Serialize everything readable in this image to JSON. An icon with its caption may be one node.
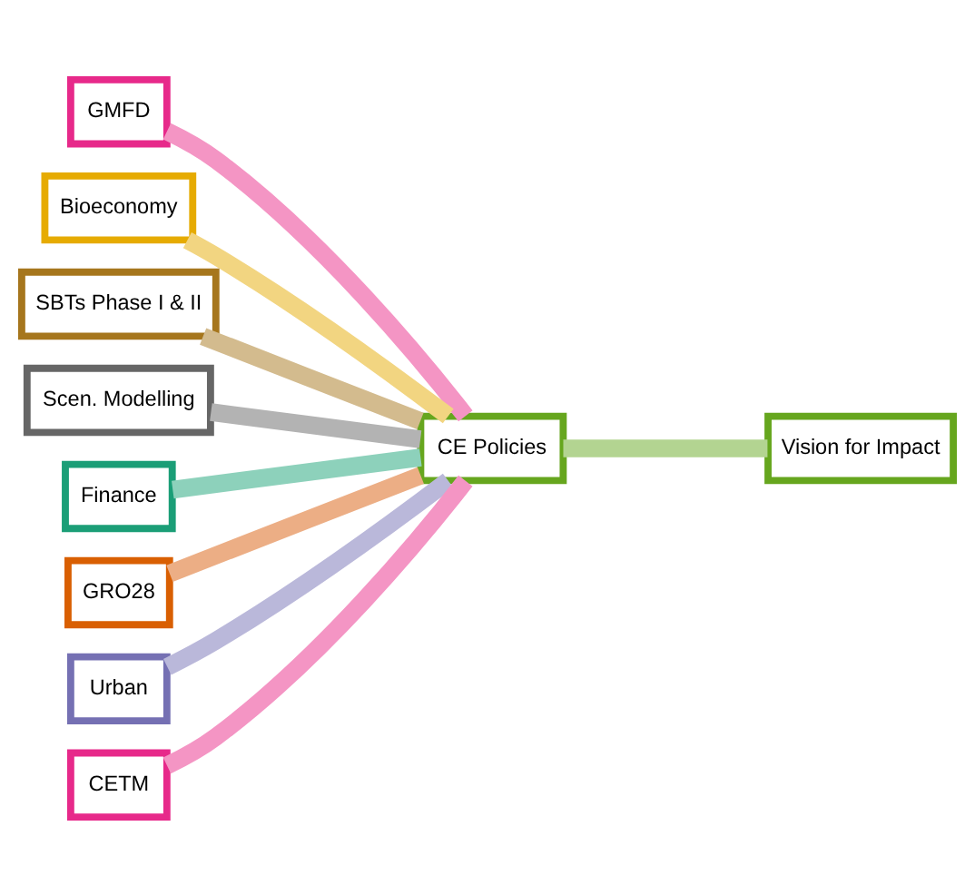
{
  "diagram": {
    "nodes": [
      {
        "text": [
          "GMFD"
        ]
      },
      {
        "text": [
          "Bioeconomy"
        ]
      },
      {
        "text": [
          "SBTs Phase I & II"
        ]
      },
      {
        "text": [
          "Scen. Modelling"
        ]
      },
      {
        "text": [
          "Finance"
        ]
      },
      {
        "text": [
          "GRO28"
        ]
      },
      {
        "text": [
          "Urban"
        ]
      },
      {
        "text": [
          "CETM"
        ]
      },
      {
        "text": [
          "CE Policies"
        ]
      },
      {
        "text": [
          "Vision for Impact"
        ]
      }
    ],
    "edges": [
      {
        "from": 0,
        "to": 8,
        "arrow": "none",
        "color": "#f495c4"
      },
      {
        "from": 1,
        "to": 8,
        "arrow": "none",
        "color": "#f2d581"
      },
      {
        "from": 2,
        "to": 8,
        "arrow": "none",
        "color": "#d3bb8e"
      },
      {
        "from": 3,
        "to": 8,
        "arrow": "none",
        "color": "#b3b3b3"
      },
      {
        "from": 4,
        "to": 8,
        "arrow": "none",
        "color": "#8dd1bb"
      },
      {
        "from": 5,
        "to": 8,
        "arrow": "none",
        "color": "#ecae85"
      },
      {
        "from": 6,
        "to": 8,
        "arrow": "none",
        "color": "#bab8da"
      },
      {
        "from": 7,
        "to": 8,
        "arrow": "none",
        "color": "#f495c4"
      },
      {
        "from": 8,
        "to": 9,
        "arrow": "none",
        "color": "#b3d491"
      }
    ]
  }
}
